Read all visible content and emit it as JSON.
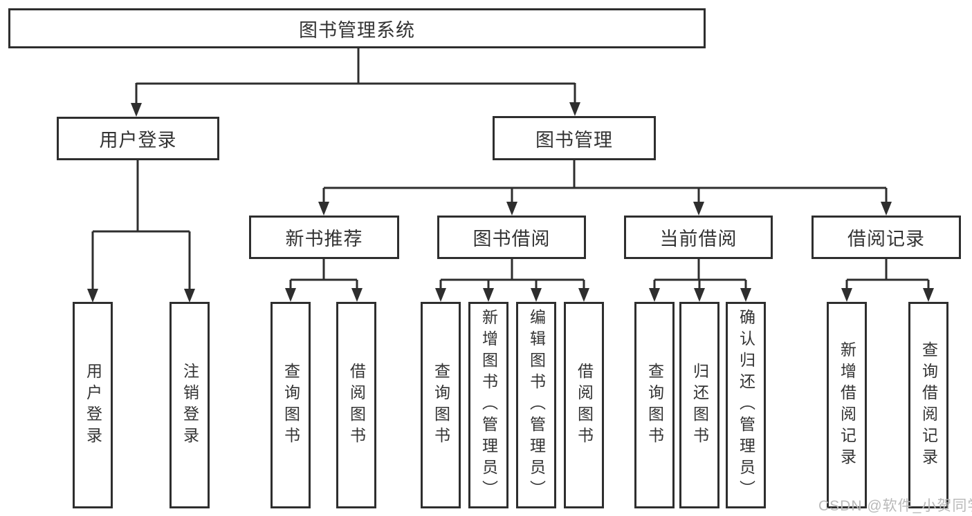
{
  "nodes": {
    "root": "图书管理系统",
    "user_login": "用户登录",
    "book_mgmt": "图书管理",
    "new_books": "新书推荐",
    "book_borrow": "图书借阅",
    "current_borrow": "当前借阅",
    "borrow_records": "借阅记录",
    "leaves": {
      "user_login": [
        "用户登录",
        "注销登录"
      ],
      "new_books": [
        "查询图书",
        "借阅图书"
      ],
      "book_borrow": [
        "查询图书",
        "新增图书（管理员）",
        "编辑图书（管理员）",
        "借阅图书"
      ],
      "current_borrow": [
        "查询图书",
        "归还图书",
        "确认归还（管理员）"
      ],
      "borrow_records": [
        "新增借阅记录",
        "查询借阅记录"
      ]
    }
  },
  "watermark": "CSDN @软件_小贺同学",
  "colors": {
    "line": "#2e2e2e",
    "text": "#333333",
    "watermark": "#b9b9b9",
    "background": "#ffffff"
  }
}
